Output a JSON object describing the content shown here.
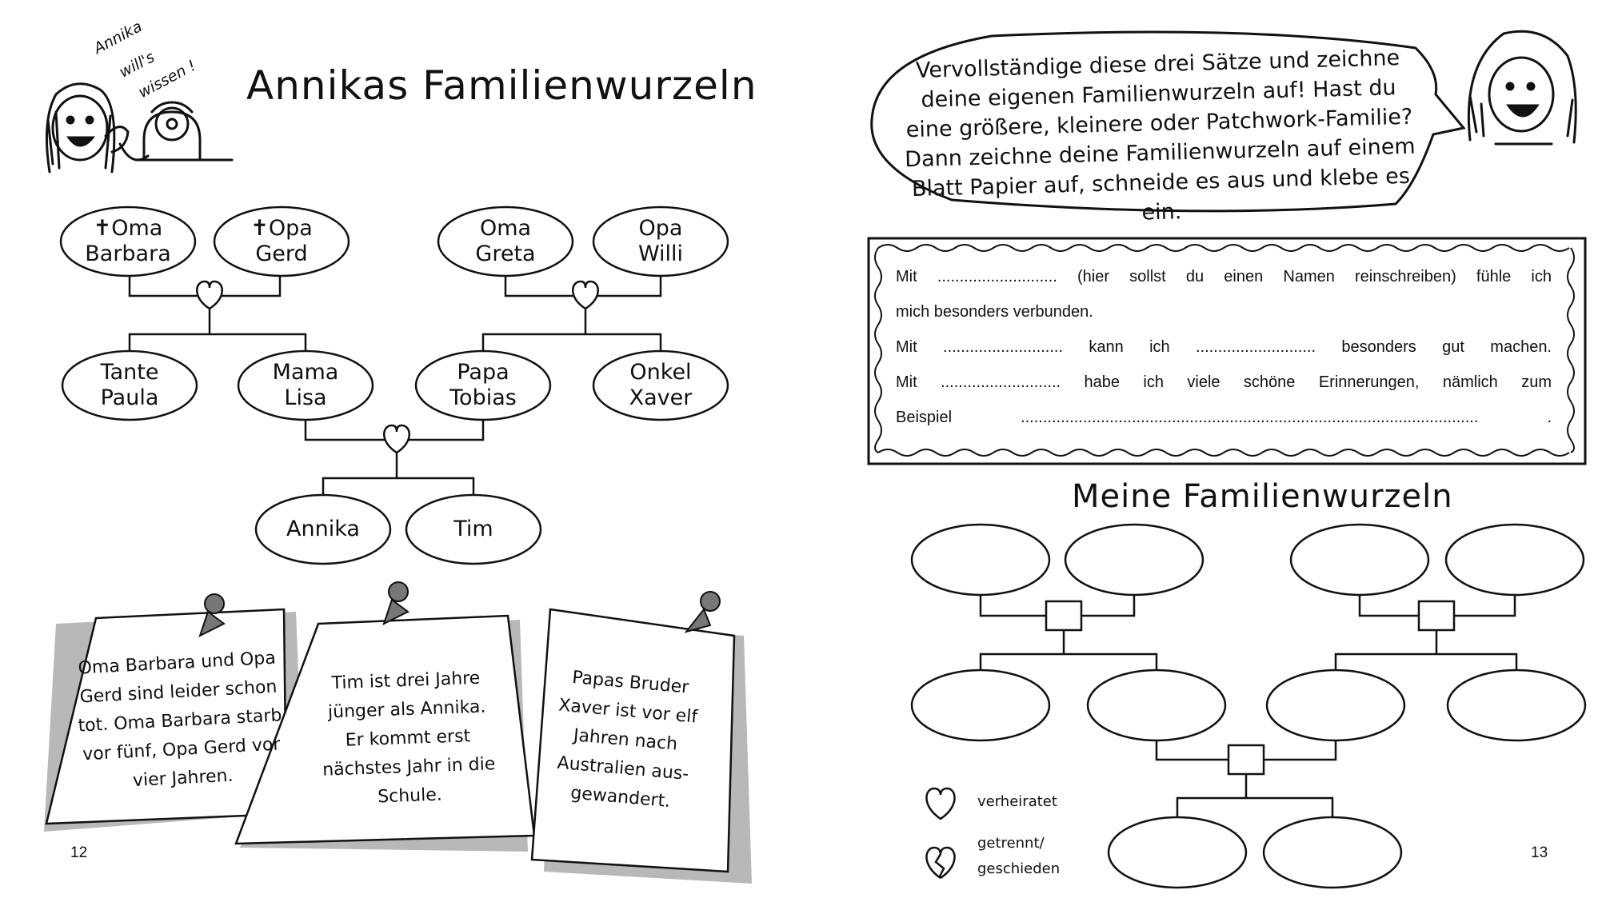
{
  "left_page": {
    "title": "Annikas Familienwurzeln",
    "mascot_caption": [
      "Annika",
      "will's",
      "wissen !"
    ],
    "tree": {
      "grandparents_mother": [
        {
          "line1": "✝Oma",
          "line2": "Barbara"
        },
        {
          "line1": "✝Opa",
          "line2": "Gerd"
        }
      ],
      "grandparents_father": [
        {
          "line1": "Oma",
          "line2": "Greta"
        },
        {
          "line1": "Opa",
          "line2": "Willi"
        }
      ],
      "parents_generation": [
        {
          "line1": "Tante",
          "line2": "Paula"
        },
        {
          "line1": "Mama",
          "line2": "Lisa"
        },
        {
          "line1": "Papa",
          "line2": "Tobias"
        },
        {
          "line1": "Onkel",
          "line2": "Xaver"
        }
      ],
      "children": [
        "Annika",
        "Tim"
      ]
    },
    "notes": [
      "Oma Barbara und Opa Gerd sind leider schon tot. Oma Barbara starb vor fünf, Opa Gerd vor vier Jahren.",
      "Tim ist drei Jahre jünger als Annika. Er kommt erst nächstes Jahr in die Schule.",
      "Papas Bruder Xaver ist vor elf Jahren nach Australien aus-gewandert."
    ],
    "page_number": "12"
  },
  "right_page": {
    "speech_bubble": "Vervollständige diese drei Sätze und zeichne deine eigenen Familienwurzeln auf! Hast du eine größere, kleinere oder Patchwork-Familie? Dann zeichne deine Familienwurzeln auf einem Blatt Papier auf, schneide es aus und klebe es ein.",
    "sentences": [
      "Mit ........................... (hier sollst du einen Namen reinschreiben) fühle ich",
      "mich besonders verbunden.",
      "Mit ........................... kann ich ........................... besonders gut machen.",
      "Mit ........................... habe ich viele schöne Erinnerungen, nämlich zum",
      "Beispiel ....................................................................................................... ."
    ],
    "title": "Meine Familienwurzeln",
    "legend": {
      "married": "verheiratet",
      "separated": [
        "getrennt/",
        "geschieden"
      ]
    },
    "page_number": "13"
  },
  "colors": {
    "ink": "#111111",
    "shadow": "#b8b8b8",
    "paper": "#ffffff"
  }
}
